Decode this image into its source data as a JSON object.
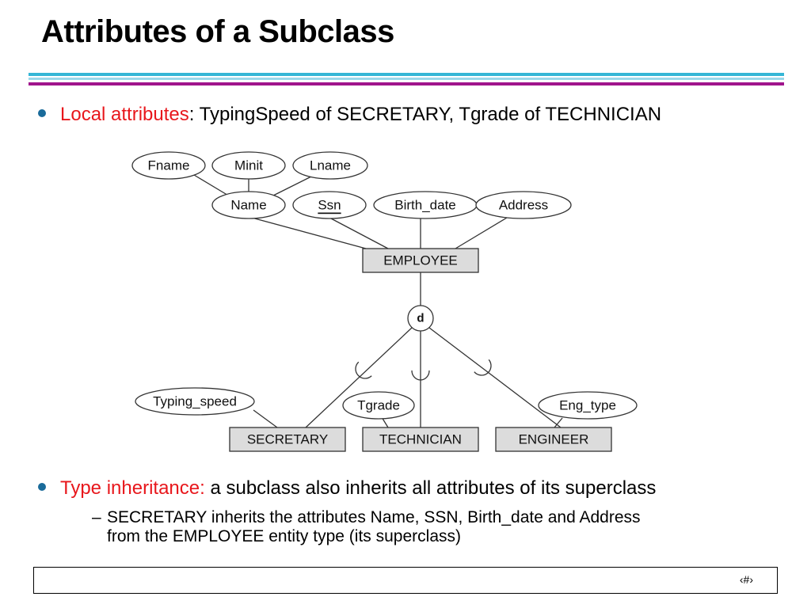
{
  "title": "Attributes of a Subclass",
  "colors": {
    "accent_red": "#e8171c",
    "bullet_blue": "#1a6b9a",
    "rule_cyan": "#35b6d6",
    "rule_purple": "#a0148c"
  },
  "bullets": [
    {
      "label": "Local attributes",
      "text": ": TypingSpeed of SECRETARY, Tgrade of TECHNICIAN"
    },
    {
      "label": "Type inheritance:",
      "text": " a subclass also inherits all attributes of its superclass"
    }
  ],
  "sub_bullet": {
    "dash": "–",
    "line1": "SECRETARY inherits the attributes Name, SSN, Birth_date and Address",
    "line2": "from the EMPLOYEE entity type (its superclass)"
  },
  "diagram": {
    "attributes": {
      "fname": "Fname",
      "minit": "Minit",
      "lname": "Lname",
      "name": "Name",
      "ssn": "Ssn",
      "birth_date": "Birth_date",
      "address": "Address",
      "typing_speed": "Typing_speed",
      "tgrade": "Tgrade",
      "eng_type": "Eng_type"
    },
    "entities": {
      "employee": "EMPLOYEE",
      "secretary": "SECRETARY",
      "technician": "TECHNICIAN",
      "engineer": "ENGINEER"
    },
    "disjoint": "d"
  },
  "footer": {
    "slide_number": "‹#›"
  }
}
